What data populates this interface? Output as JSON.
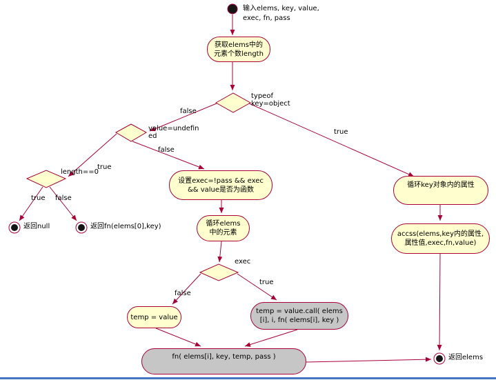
{
  "colors": {
    "line": "#A80036",
    "node_fill": "#FEFECE",
    "gray_fill": "#C6C6C6",
    "bottom_bar": "#4472C4"
  },
  "start": {
    "line1": "输入elems, key, value,",
    "line2": "exec, fn, pass"
  },
  "nodes": {
    "get_length": {
      "line1": "获取elems中的",
      "line2": "元素个数length"
    },
    "set_exec": {
      "line1": "设置exec=!pass && exec",
      "line2": "&& value是否为函数"
    },
    "loop_elems": {
      "line1": "循环elems",
      "line2": "中的元素"
    },
    "temp_value": {
      "line1": "temp = value"
    },
    "temp_call": {
      "line1": "temp = value.call( elems",
      "line2": "[i], i, fn( elems[i], key )"
    },
    "fn_call": {
      "line1": "fn( elems[i], key, temp, pass )"
    },
    "loop_key": {
      "line1": "循环key对象内的属性"
    },
    "accss": {
      "line1": "accss(elems,key内的属性,",
      "line2": "属性值,exec,fn,value)"
    }
  },
  "edge_labels": {
    "typeof1": "typeof",
    "typeof2": "key=object",
    "d1_false": "false",
    "d1_true": "true",
    "valueundef1": "value=undefin",
    "valueundef2": "ed",
    "d2_true": "true",
    "d2_false": "false",
    "length0": "length==0",
    "d3_true": "true",
    "d3_false": "false",
    "exec": "exec",
    "d4_false": "false",
    "d4_true": "true"
  },
  "ends": {
    "ret_null": "返回null",
    "ret_fn0": "返回fn(elems[0],key)",
    "ret_elems": "返回elems"
  }
}
